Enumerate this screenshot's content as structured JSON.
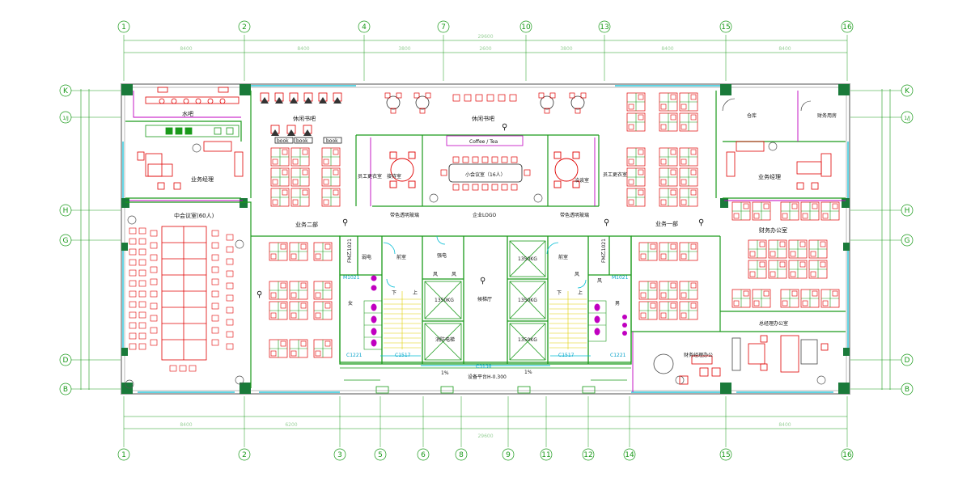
{
  "grid": {
    "top_numbers": [
      "1",
      "2",
      "4",
      "7",
      "10",
      "13",
      "15",
      "16"
    ],
    "bottom_numbers": [
      "1",
      "2",
      "3",
      "5",
      "6",
      "8",
      "9",
      "11",
      "12",
      "14",
      "15",
      "16"
    ],
    "left_letters": [
      "K",
      "J",
      "H",
      "G",
      "D",
      "B"
    ],
    "right_letters": [
      "K",
      "J",
      "H",
      "G",
      "D",
      "B"
    ],
    "left_j_suffix": "1/J",
    "right_j_suffix": "1/J"
  },
  "rooms": {
    "water_bar": "水吧",
    "leisure_bar_left": "休闲书吧",
    "leisure_bar_center": "休闲书吧",
    "book1": "book",
    "book2": "book",
    "book3": "book",
    "coffee_tea": "Coffee / Tea",
    "staff_lounge_left": "员工更衣室",
    "reception_left": "接待室",
    "small_meeting": "小会议室（16人）",
    "negotiation": "洽谈室",
    "staff_lounge_right": "员工更衣室",
    "warehouse": "仓库",
    "finance_room": "财务用房",
    "biz_manager_left": "业务经理",
    "biz_manager_right": "业务经理",
    "mid_meeting": "中会议室(60人)",
    "biz_dept2": "业务二部",
    "glass_wall_left": "带色透明玻璃",
    "enterprise_logo": "企业LOGO",
    "glass_wall_right": "带色透明玻璃",
    "biz_dept1": "业务一部",
    "finance_office": "财务办公室",
    "weak_elec": "弱电",
    "front_room_l": "前室",
    "strong_elec": "强电",
    "front_room_r": "前室",
    "elevator_hall": "候梯厅",
    "female": "女",
    "male": "男",
    "down_l": "下",
    "up_l": "上",
    "down_r": "下",
    "up_r": "上",
    "fire_elevator": "消防电梯",
    "gm_office": "总经理办公室",
    "finance_manager": "财务经理办公",
    "device_platform": "设备平台H-0.300",
    "slope_l": "1%",
    "slope_r": "1%"
  },
  "elevators": [
    "1350KG",
    "1350KG",
    "1350KG",
    "1350KG"
  ],
  "door_codes": {
    "fm1": "FM乙1021",
    "fm2": "FM乙1021",
    "m1": "M1021",
    "m2": "M1021",
    "c1": "C1221",
    "c2": "C1517",
    "c3": "C3130",
    "c4": "C1517",
    "c5": "C1221",
    "feng1": "风",
    "feng2": "风",
    "feng3": "风",
    "feng4": "风"
  },
  "colors": {
    "wall": "#b8b8b8",
    "green": "#1a9a1a",
    "furniture": "#e00000",
    "cyan": "#00bcd4",
    "magenta": "#c000c0",
    "yellow": "#e0d000"
  }
}
